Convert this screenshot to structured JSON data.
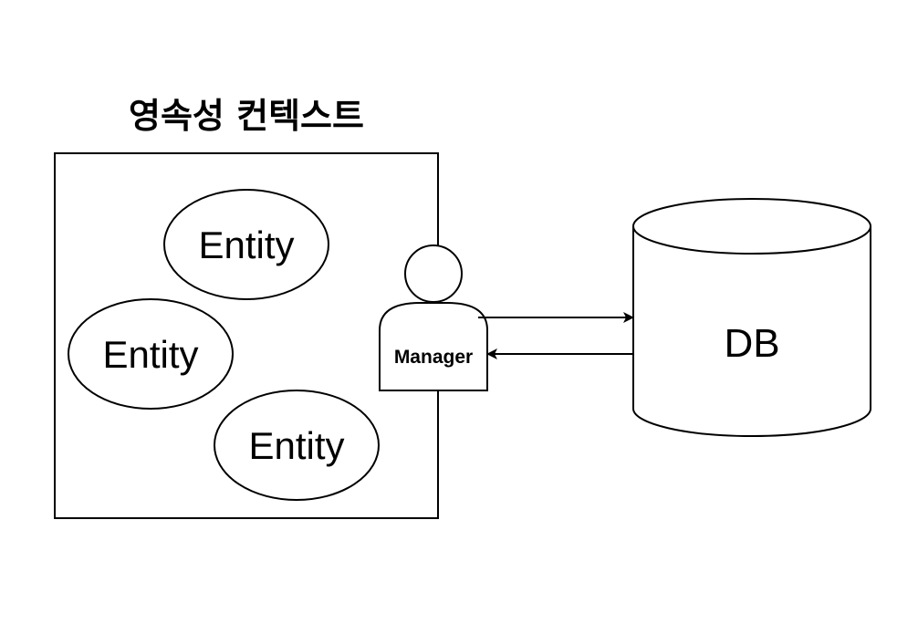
{
  "title": "영속성 컨텍스트",
  "context_box": {
    "entities": [
      {
        "label": "Entity"
      },
      {
        "label": "Entity"
      },
      {
        "label": "Entity"
      }
    ]
  },
  "manager": {
    "label": "Manager",
    "icon": "person-icon"
  },
  "database": {
    "label": "DB",
    "icon": "cylinder-icon"
  },
  "arrows": [
    {
      "from": "manager",
      "to": "database"
    },
    {
      "from": "database",
      "to": "manager"
    }
  ],
  "colors": {
    "stroke": "#000000",
    "fill": "#ffffff",
    "text": "#000000"
  }
}
